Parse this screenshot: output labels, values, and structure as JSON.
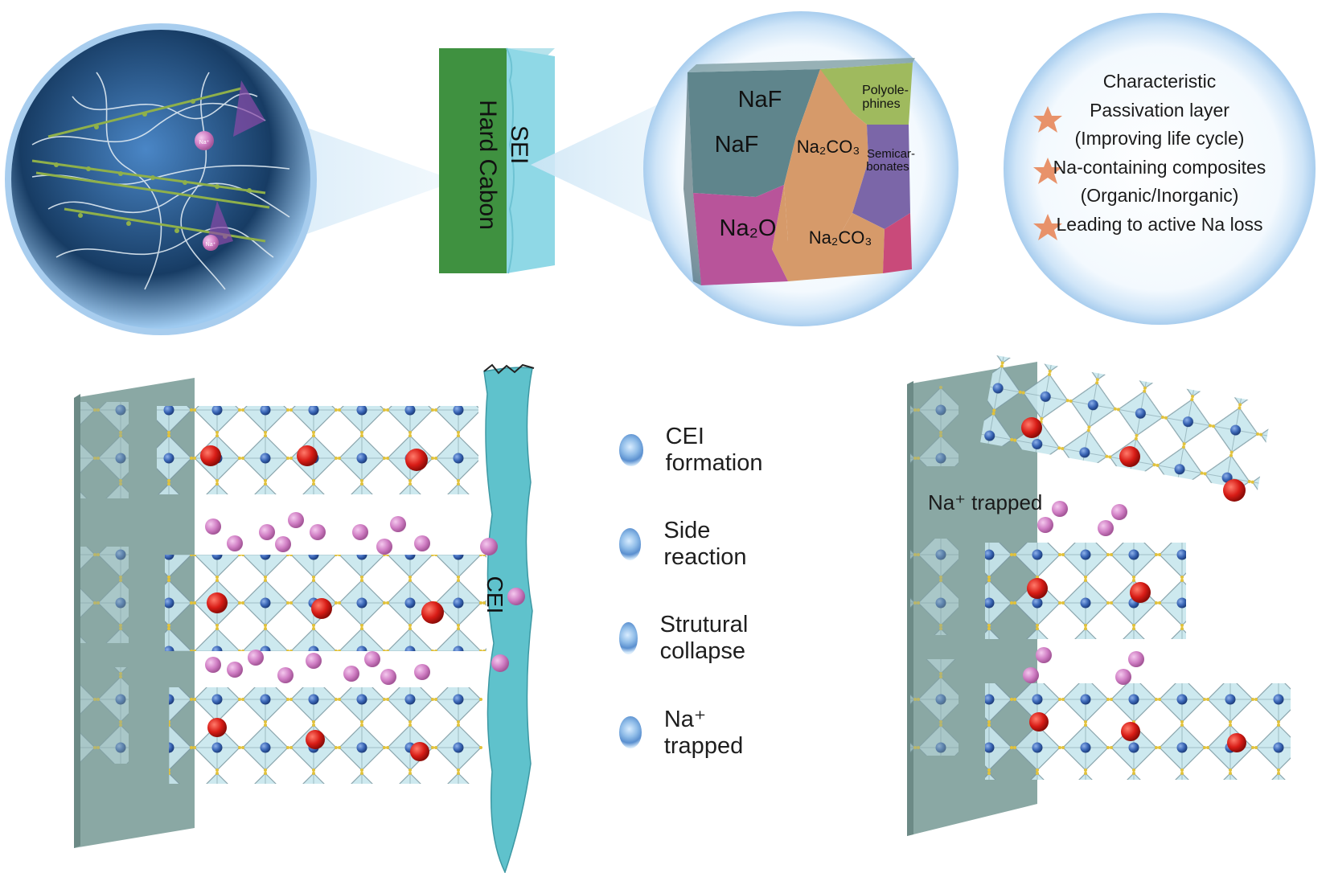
{
  "top": {
    "sei_label": "SEI",
    "hard_carbon_label": "Hard Cabon",
    "grains": {
      "naf_1": "NaF",
      "naf_2": "NaF",
      "na2co3_1": "Na₂CO₃",
      "na2co3_2": "Na₂CO₃",
      "na2o": "Na₂O",
      "polyolephines_1": "Polyole-",
      "polyolephines_2": "phines",
      "semicarbonates_1": "Semicar-",
      "semicarbonates_2": "bonates"
    },
    "characteristics": {
      "title": "Characteristic",
      "line1": "Passivation layer",
      "line2": "(Improving life cycle)",
      "line3": "Na-containing composites",
      "line4": "(Organic/Inorganic)",
      "line5": "Leading to active Na loss",
      "star_color": "#e8926a"
    },
    "small_na_label": "Na⁺"
  },
  "bottom": {
    "cei_label": "CEI",
    "trapped_label": "Na⁺ trapped",
    "legend": [
      {
        "icon": "blue-sphere-icon",
        "label": "CEI formation"
      },
      {
        "icon": "blue-sphere-icon",
        "label": "Side reaction"
      },
      {
        "icon": "blue-sphere-icon",
        "label": "Strutural collapse"
      },
      {
        "icon": "blue-sphere-icon",
        "label": "Na⁺ trapped"
      }
    ]
  },
  "colors": {
    "hard_carbon": "#3f9140",
    "sei": "#8fd8e6",
    "cei": "#5fc2cc",
    "naf": "#5f858c",
    "na2co3": "#d69a6a",
    "na2o": "#b8549a",
    "polyolephines": "#9fba5e",
    "semicarbonates": "#7b66a8",
    "octahedron": "#bfe3ea",
    "na_ion": "#d47cc2",
    "red_ion": "#d41a1a",
    "blue_ion": "#3a66b6",
    "current_collector": "#8aa8a4"
  }
}
